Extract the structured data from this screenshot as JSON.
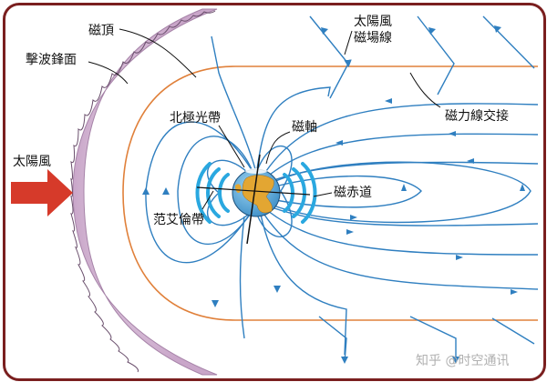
{
  "labels": {
    "magnetopause_top": "磁頂",
    "bow_shock": "擊波鋒面",
    "solar_wind": "太陽風",
    "solar_wind_field_line1": "太陽風",
    "solar_wind_field_line2": "磁場線",
    "reconnection": "磁力線交接",
    "aurora_belt": "北極光帶",
    "magnetic_axis": "磁軸",
    "magnetic_equator": "磁赤道",
    "van_allen_belt": "范艾倫帶"
  },
  "watermark": "知乎 @时空通讯",
  "colors": {
    "frame": "#7a1f1f",
    "field_line": "#2f7fc0",
    "magnetopause": "#e0803a",
    "bow_shock": "#b995bd",
    "solar_wind_arrow": "#d63a2a",
    "radiation_belt": "#2aa8e0"
  }
}
